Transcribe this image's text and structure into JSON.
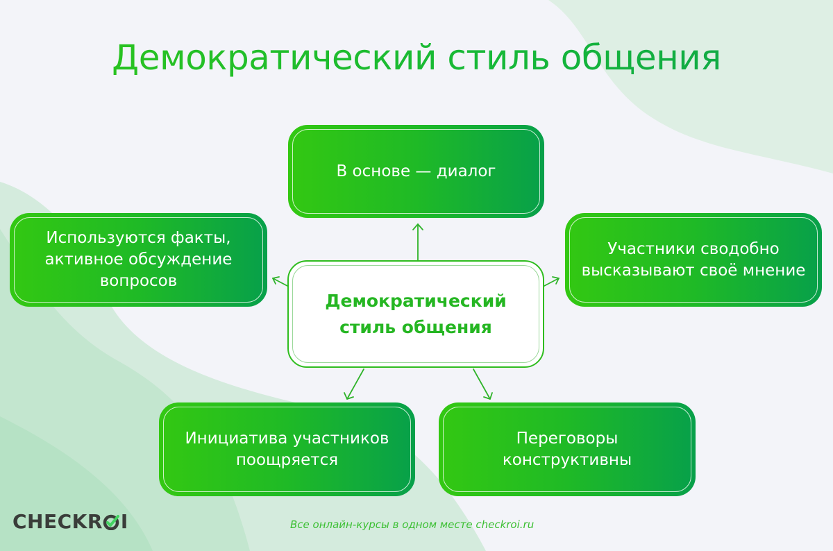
{
  "title": "Демократический стиль общения",
  "center_node": {
    "label": "Демократический\nстиль общения"
  },
  "nodes": [
    {
      "id": "top",
      "label": "В основе — диалог"
    },
    {
      "id": "left",
      "label": "Используются факты,\nактивное обсуждение\nвопросов"
    },
    {
      "id": "right",
      "label": "Участники сводобно\nвысказывают своё мнение"
    },
    {
      "id": "bottom-left",
      "label": "Инициатива участников\nпоощряется"
    },
    {
      "id": "bottom-right",
      "label": "Переговоры\nконструктивны"
    }
  ],
  "branding": {
    "logo_text": "CHECKR",
    "logo_suffix": "I",
    "tagline": "Все онлайн-курсы в одном месте checkroi.ru"
  },
  "colors": {
    "background": "#f3f4f9",
    "node_gradient_start": "#33c812",
    "node_gradient_end": "#07a04a",
    "accent": "#2fbd1f",
    "blob_light": "#deefe4",
    "blob_mid": "#c5e7d3",
    "logo_dark": "#3a3d3a"
  }
}
